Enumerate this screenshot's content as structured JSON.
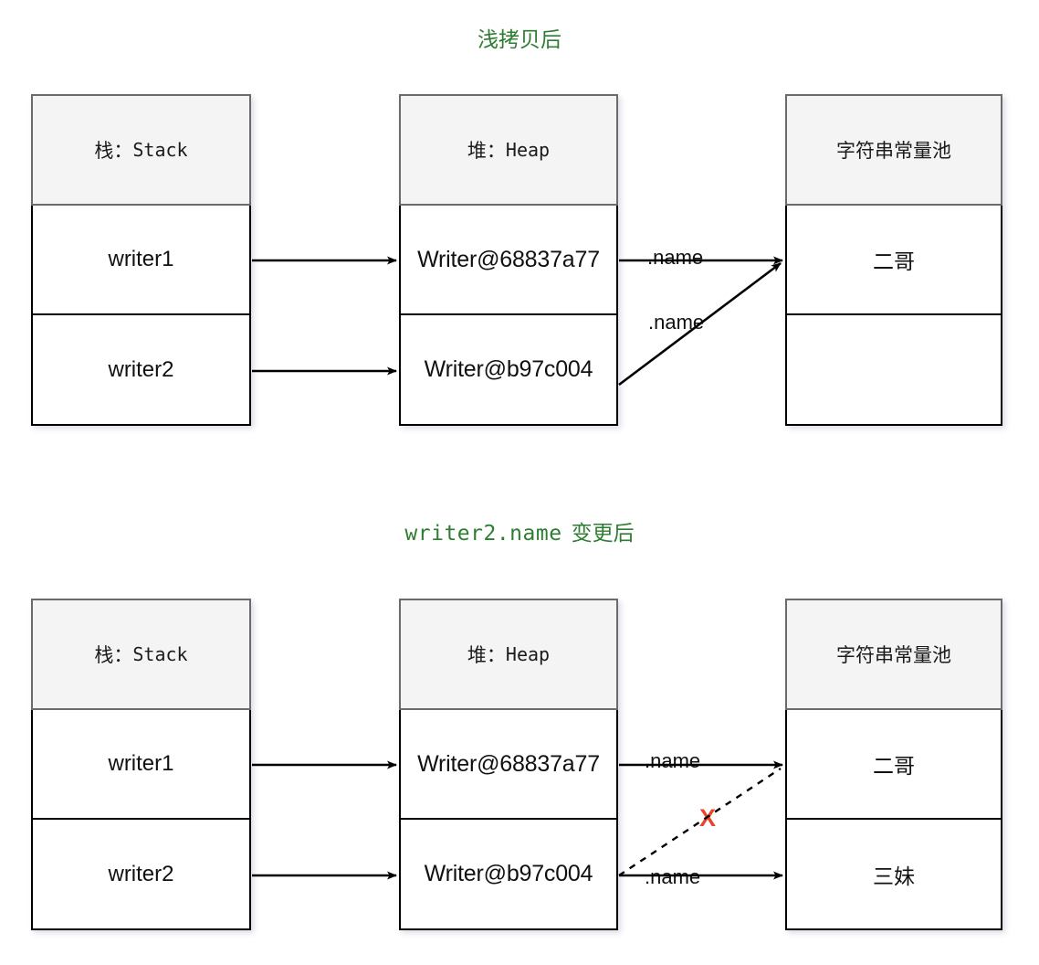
{
  "page": {
    "background": "#ffffff",
    "title_color": "#2e7d32",
    "x_mark_color": "#e8442c",
    "header_fill": "#f4f4f4",
    "header_border": "#6b6b6b",
    "cell_border": "#000000"
  },
  "diagrams": [
    {
      "id": "after-shallow-copy",
      "title": {
        "code": "",
        "text": "浅拷贝后"
      },
      "panels": [
        {
          "id": "stack",
          "header": {
            "cjk": "栈：",
            "mono": "Stack"
          },
          "rows": [
            "writer1",
            "writer2"
          ]
        },
        {
          "id": "heap",
          "header": {
            "cjk": "堆：",
            "mono": "Heap"
          },
          "rows": [
            "Writer@68837a77",
            "Writer@b97c004"
          ]
        },
        {
          "id": "string-pool",
          "header": {
            "cjk": "字符串常量池",
            "mono": ""
          },
          "rows": [
            "二哥",
            ""
          ]
        }
      ],
      "edges": [
        {
          "id": "writer1-to-obj1",
          "label": "",
          "style": "solid"
        },
        {
          "id": "writer2-to-obj2",
          "label": "",
          "style": "solid"
        },
        {
          "id": "obj1-name-to-ergo",
          "label": ".name",
          "style": "solid"
        },
        {
          "id": "obj2-name-to-ergo",
          "label": ".name",
          "style": "solid"
        }
      ],
      "marks": []
    },
    {
      "id": "after-writer2-name-change",
      "title": {
        "code": "writer2.name",
        "text": "变更后"
      },
      "panels": [
        {
          "id": "stack",
          "header": {
            "cjk": "栈：",
            "mono": "Stack"
          },
          "rows": [
            "writer1",
            "writer2"
          ]
        },
        {
          "id": "heap",
          "header": {
            "cjk": "堆：",
            "mono": "Heap"
          },
          "rows": [
            "Writer@68837a77",
            "Writer@b97c004"
          ]
        },
        {
          "id": "string-pool",
          "header": {
            "cjk": "字符串常量池",
            "mono": ""
          },
          "rows": [
            "二哥",
            "三妹"
          ]
        }
      ],
      "edges": [
        {
          "id": "writer1-to-obj1",
          "label": "",
          "style": "solid"
        },
        {
          "id": "writer2-to-obj2",
          "label": "",
          "style": "solid"
        },
        {
          "id": "obj1-name-to-ergo",
          "label": ".name",
          "style": "solid"
        },
        {
          "id": "obj2-name-to-ergo-broken",
          "label": "",
          "style": "dashed"
        },
        {
          "id": "obj2-name-to-sanmei",
          "label": ".name",
          "style": "solid"
        }
      ],
      "marks": [
        {
          "id": "broken-reference",
          "glyph": "X"
        }
      ]
    }
  ]
}
